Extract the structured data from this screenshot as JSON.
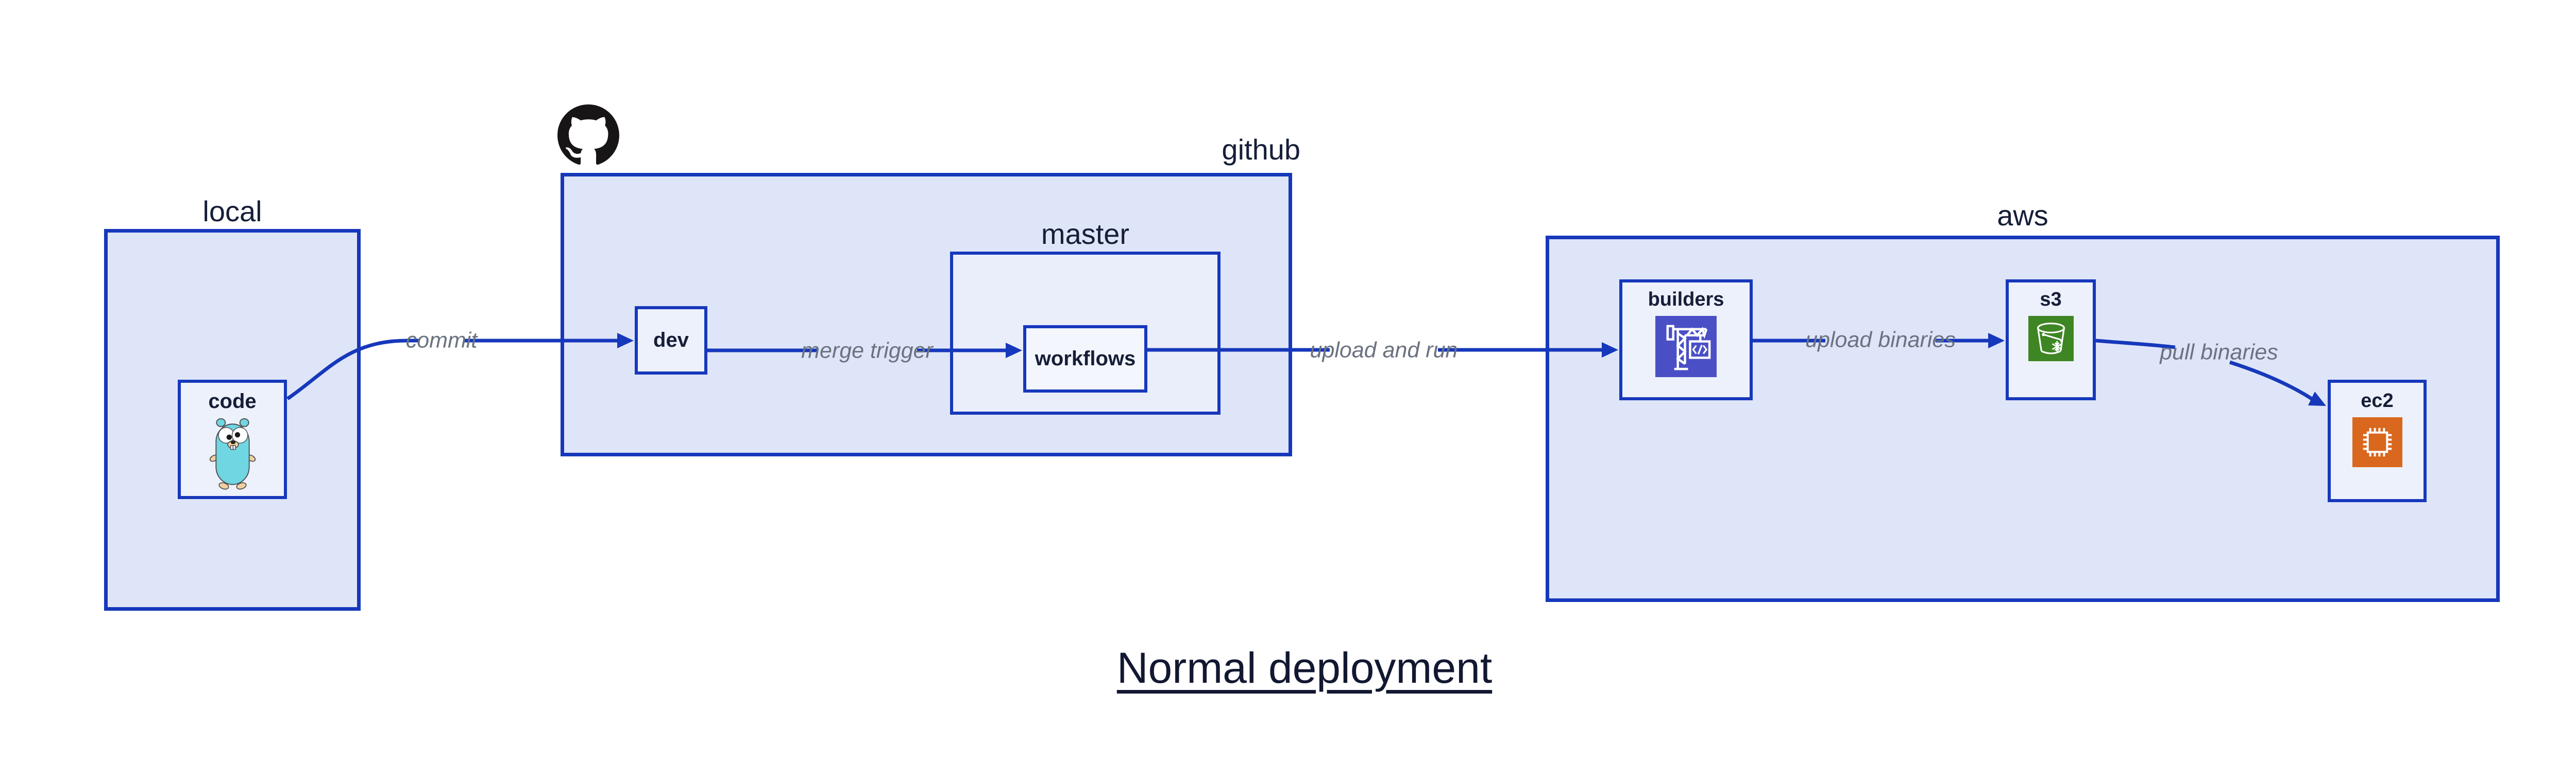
{
  "title": {
    "text": "Normal deployment"
  },
  "groups": {
    "local": {
      "label": "local"
    },
    "github": {
      "label": "github"
    },
    "master": {
      "label": "master"
    },
    "aws": {
      "label": "aws"
    }
  },
  "nodes": {
    "code": {
      "label": "code",
      "icon": "go-gopher-icon"
    },
    "dev": {
      "label": "dev"
    },
    "workflows": {
      "label": "workflows"
    },
    "builders": {
      "label": "builders",
      "icon": "aws-codebuild-icon"
    },
    "s3": {
      "label": "s3",
      "icon": "aws-s3-glacier-bucket-icon"
    },
    "ec2": {
      "label": "ec2",
      "icon": "aws-ec2-chip-icon"
    }
  },
  "edges": [
    {
      "from": "code",
      "to": "dev",
      "label": "commit"
    },
    {
      "from": "dev",
      "to": "workflows",
      "label": "merge trigger"
    },
    {
      "from": "workflows",
      "to": "builders",
      "label": "upload and run"
    },
    {
      "from": "builders",
      "to": "s3",
      "label": "upload binaries"
    },
    {
      "from": "s3",
      "to": "ec2",
      "label": "pull binaries"
    }
  ],
  "colors": {
    "line-blue": "#1638bb",
    "container-fill": "#dfe5f8",
    "subcontainer-fill": "#eaeefb",
    "node-fill": "#edf1fb",
    "workflows-fill": "#f3f6fd",
    "label-dark": "#161e38",
    "edge-label-gray": "#6b7280",
    "title-color": "#121831",
    "codebuild-purple": "#4a4fc6",
    "s3-green": "#3e8624",
    "ec2-orange": "#d9671d",
    "octocat-black": "#171515",
    "gopher-teal": "#6fd6e2",
    "gopher-tan": "#f2cfa0"
  }
}
